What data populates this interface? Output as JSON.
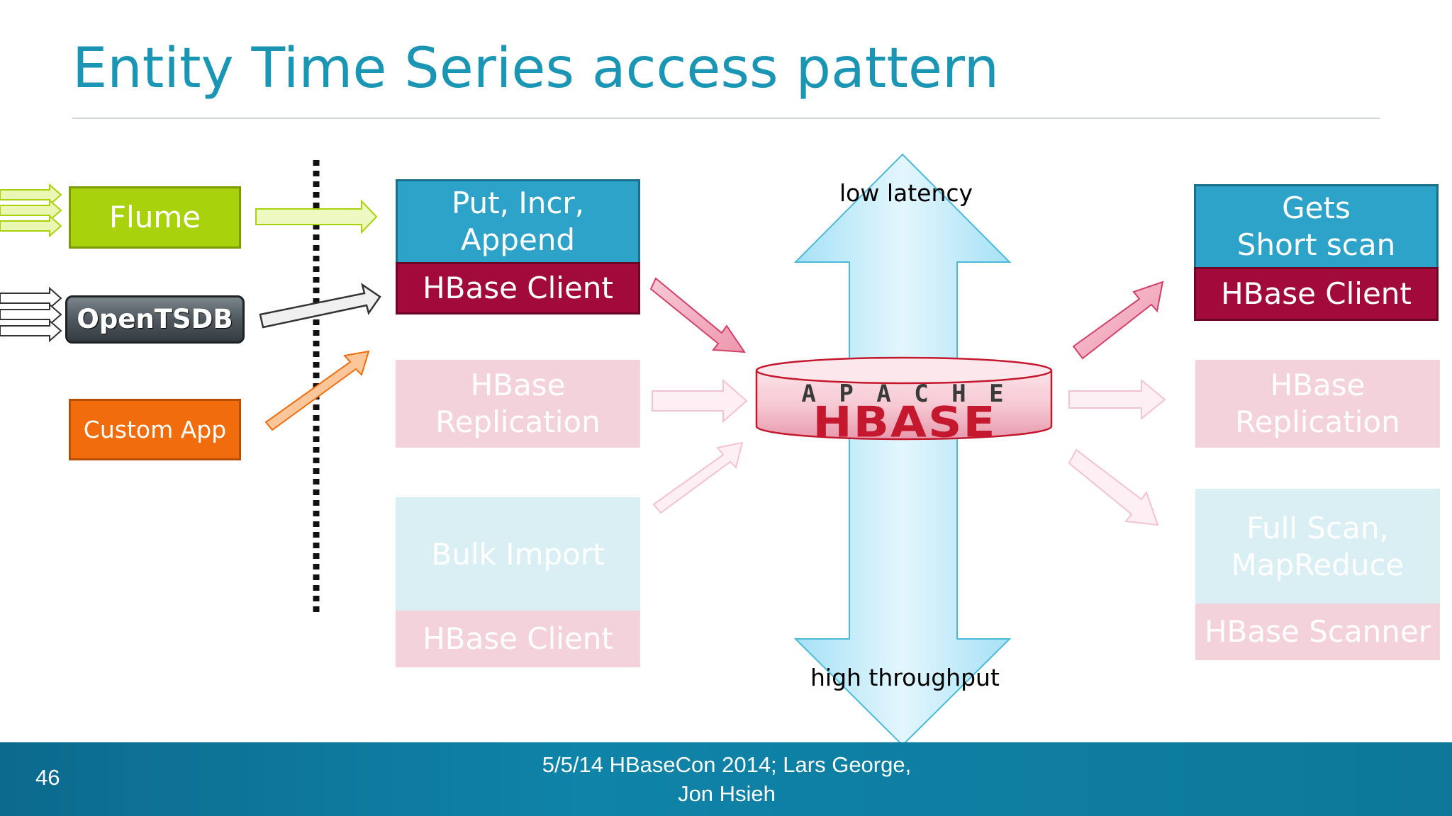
{
  "title": "Entity Time Series access pattern",
  "sources": {
    "flume": "Flume",
    "opentsdb": "OpenTSDB",
    "custom_app": "Custom App"
  },
  "write_paths": {
    "put_incr_append": [
      "Put, Incr,",
      "Append"
    ],
    "hbase_client": "HBase Client",
    "replication": [
      "HBase",
      "Replication"
    ],
    "bulk_import": "Bulk Import",
    "bulk_client": "HBase Client"
  },
  "hbase_logo": {
    "apache": "A P A C H E",
    "hbase": "HBASE"
  },
  "axis": {
    "top": "low latency",
    "bottom": "high throughput"
  },
  "read_paths": {
    "gets_short_scan": [
      "Gets",
      "Short scan"
    ],
    "hbase_client": "HBase Client",
    "replication": [
      "HBase",
      "Replication"
    ],
    "full_scan": [
      "Full Scan,",
      "MapReduce"
    ],
    "hbase_scanner": "HBase Scanner"
  },
  "footer": {
    "page_number": "46",
    "line1": "5/5/14 HBaseCon 2014;  Lars George,",
    "line2": "Jon Hsieh"
  },
  "colors": {
    "title": "#1a96b4",
    "flume": "#a8d20b",
    "opentsdb": "#4b5358",
    "custom_app": "#f06c0c",
    "blue_box": "#2ea3c9",
    "crimson_box": "#a30a3c",
    "faded_pink": "#f3d2dc",
    "faded_blue": "#d9eff4",
    "arrow_blue": "#bfeaf8",
    "hbase_red": "#c4182e"
  }
}
